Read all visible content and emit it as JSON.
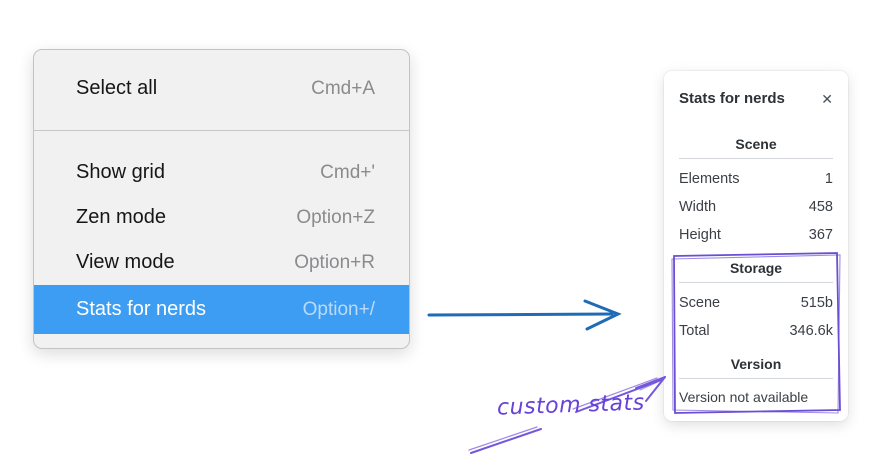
{
  "menu": {
    "items": [
      {
        "label": "Select all",
        "shortcut": "Cmd+A",
        "selected": false
      },
      {
        "label": "Show grid",
        "shortcut": "Cmd+'",
        "selected": false
      },
      {
        "label": "Zen mode",
        "shortcut": "Option+Z",
        "selected": false
      },
      {
        "label": "View mode",
        "shortcut": "Option+R",
        "selected": false
      },
      {
        "label": "Stats for nerds",
        "shortcut": "Option+/",
        "selected": true
      }
    ],
    "highlight_color": "#3d9df3"
  },
  "panel": {
    "title": "Stats for nerds",
    "close_icon": "✕",
    "sections": [
      {
        "heading": "Scene",
        "rows": [
          {
            "label": "Elements",
            "value": "1"
          },
          {
            "label": "Width",
            "value": "458"
          },
          {
            "label": "Height",
            "value": "367"
          }
        ]
      },
      {
        "heading": "Storage",
        "rows": [
          {
            "label": "Scene",
            "value": "515b"
          },
          {
            "label": "Total",
            "value": "346.6k"
          }
        ]
      },
      {
        "heading": "Version",
        "rows": [],
        "note": "Version not available"
      }
    ]
  },
  "annotations": {
    "label": "custom stats",
    "purple_color": "#6741d9",
    "blue_arrow_color": "#1d6cb5"
  }
}
